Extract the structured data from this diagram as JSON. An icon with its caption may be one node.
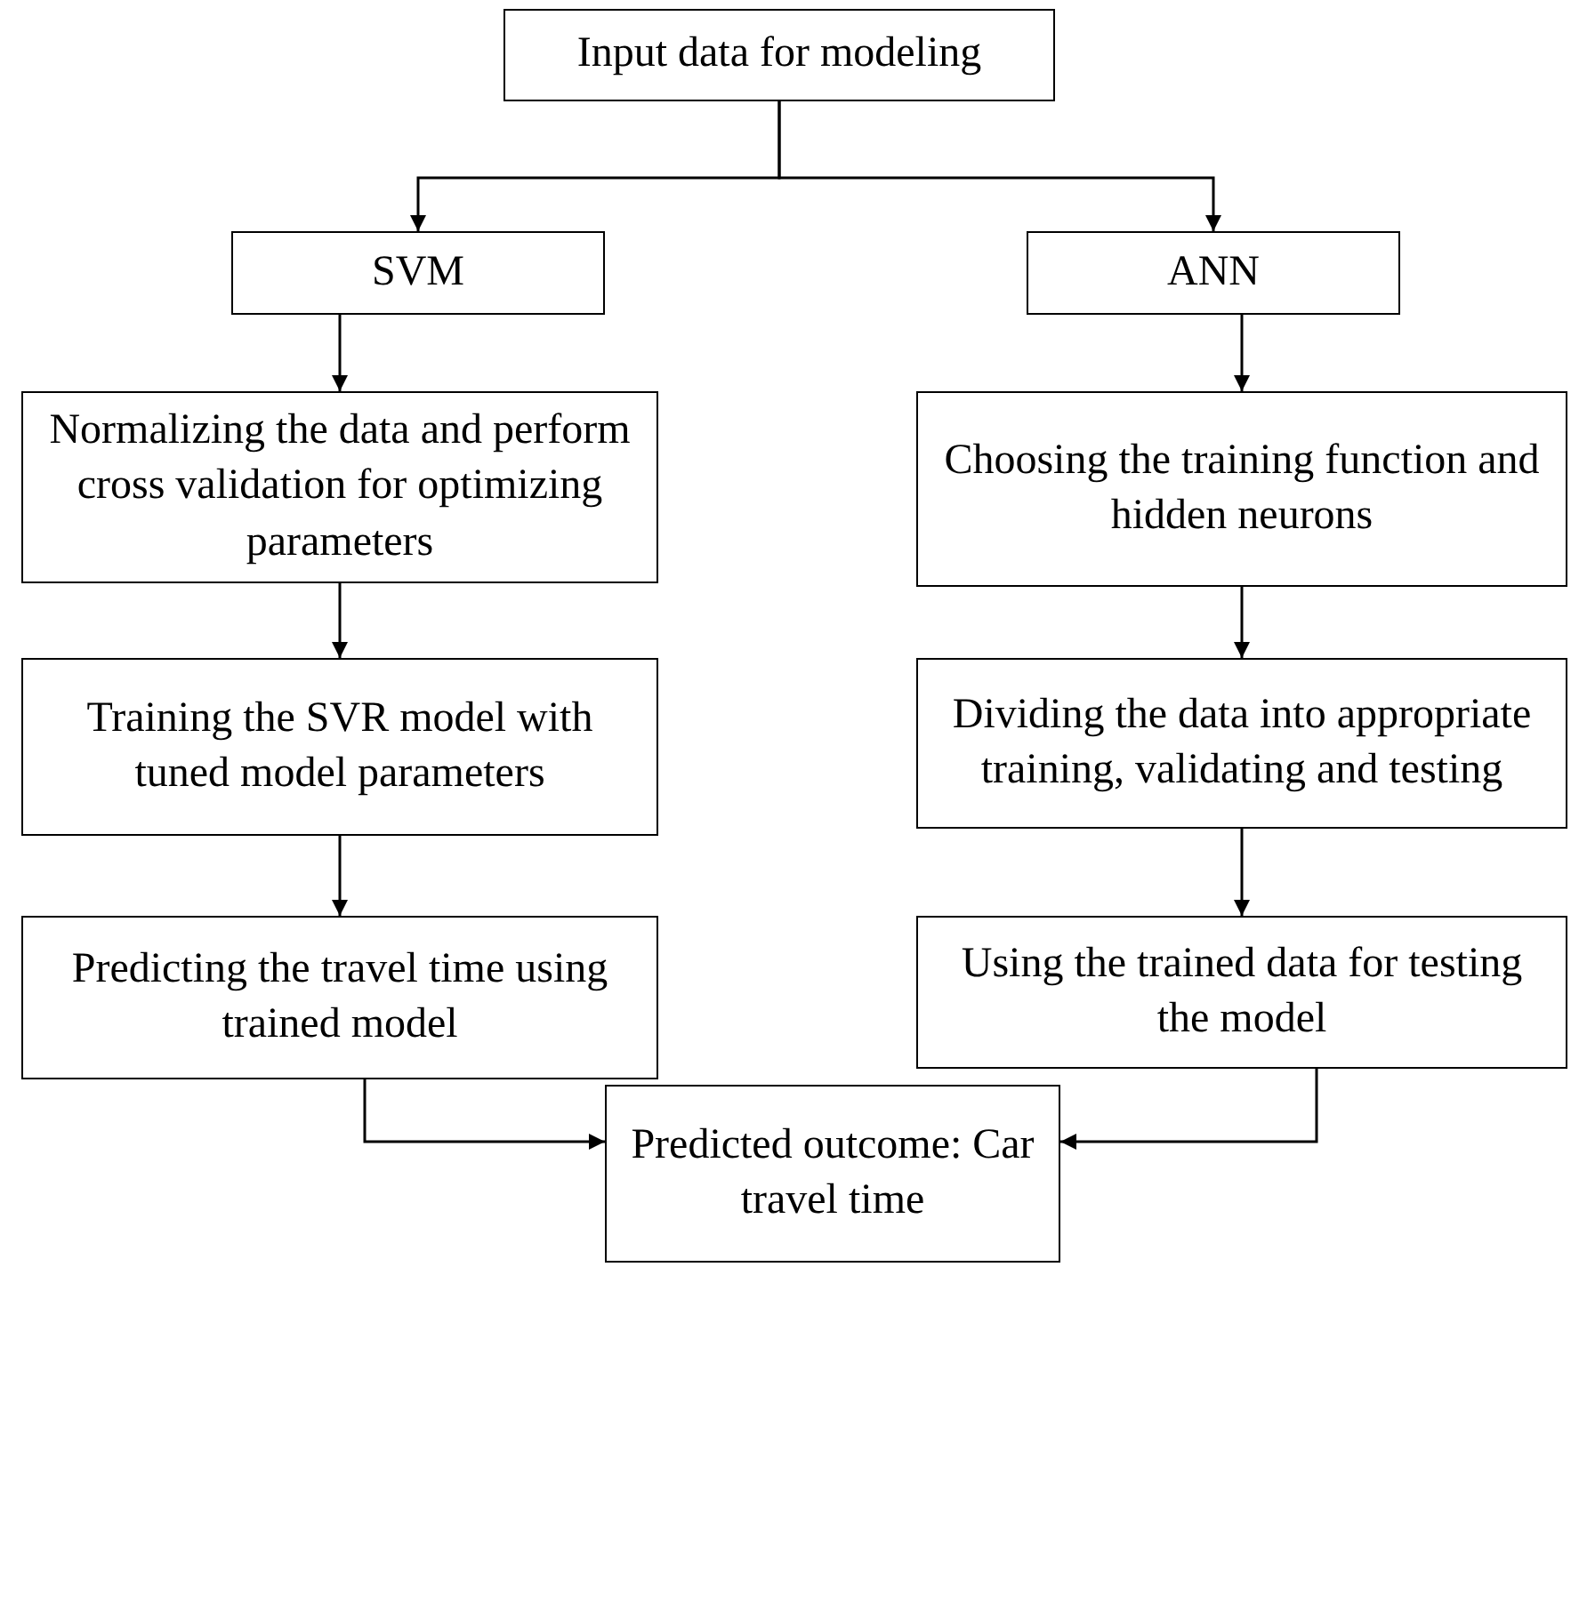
{
  "diagram": {
    "nodes": [
      {
        "text": [
          "Input data for modeling"
        ]
      },
      {
        "text": [
          "SVM"
        ]
      },
      {
        "text": [
          "ANN"
        ]
      },
      {
        "text": [
          "Normalizing the data and perform cross validation for optimizing parameters"
        ]
      },
      {
        "text": [
          "Training the SVR model with tuned model parameters"
        ]
      },
      {
        "text": [
          "Predicting the travel time using trained model"
        ]
      },
      {
        "text": [
          "Choosing the training function and hidden neurons"
        ]
      },
      {
        "text": [
          "Dividing the data into appropriate training, validating and testing"
        ]
      },
      {
        "text": [
          "Using the trained data for testing the model"
        ]
      },
      {
        "text": [
          "Predicted outcome: Car travel time"
        ]
      }
    ],
    "edges": [
      {
        "from": 0,
        "to": 1,
        "arrow": "to"
      },
      {
        "from": 0,
        "to": 2,
        "arrow": "to"
      },
      {
        "from": 1,
        "to": 3,
        "arrow": "to"
      },
      {
        "from": 3,
        "to": 4,
        "arrow": "to"
      },
      {
        "from": 4,
        "to": 5,
        "arrow": "to"
      },
      {
        "from": 2,
        "to": 6,
        "arrow": "to"
      },
      {
        "from": 6,
        "to": 7,
        "arrow": "to"
      },
      {
        "from": 7,
        "to": 8,
        "arrow": "to"
      },
      {
        "from": 5,
        "to": 9,
        "arrow": "to"
      },
      {
        "from": 8,
        "to": 9,
        "arrow": "to"
      }
    ]
  }
}
